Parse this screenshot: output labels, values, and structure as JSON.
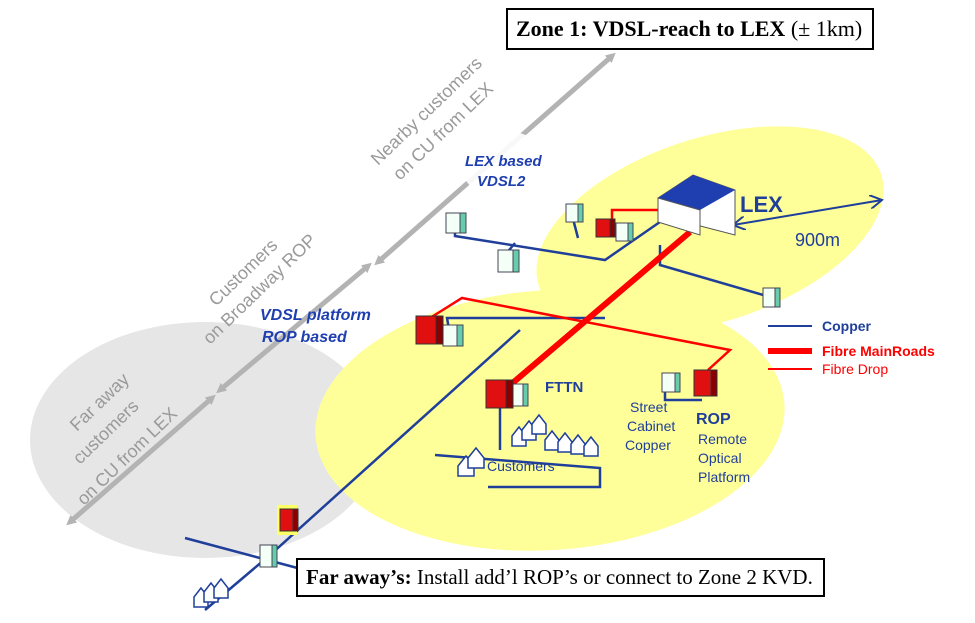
{
  "zone_note": {
    "title_bold": "Zone 1: VDSL-reach to LEX",
    "title_rest": "(± 1km)"
  },
  "far_note": {
    "title_bold": "Far away’s:",
    "title_rest": "Install add’l ROP’s or connect to Zone 2 KVD."
  },
  "diagonal_labels": {
    "nearby": [
      "Nearby customers",
      "on CU from LEX"
    ],
    "broadway": [
      "Customers",
      "on Broadway ROP"
    ],
    "faraway": [
      "Far away",
      "customers",
      "on CU from LEX"
    ]
  },
  "callouts": {
    "lex_vdsl2": [
      "LEX based",
      "VDSL2"
    ],
    "rop_vdsl": [
      "VDSL platform",
      "ROP based"
    ]
  },
  "nodes": {
    "lex": "LEX",
    "distance": "900m",
    "fttn": "FTTN",
    "street_cabinet": [
      "Street",
      "Cabinet",
      "Copper"
    ],
    "rop": "ROP",
    "rop_desc": [
      "Remote",
      "Optical",
      "Platform"
    ],
    "customers": "Customers"
  },
  "legend": [
    {
      "label": "Copper",
      "color": "#1f3f9a",
      "width": 2
    },
    {
      "label": "Fibre MainRoads",
      "color": "#ff0000",
      "width": 6
    },
    {
      "label": "Fibre Drop",
      "color": "#ff0000",
      "width": 2
    }
  ],
  "colors": {
    "copper": "#1f3f9a",
    "fibre": "#ff0000",
    "zone_fill": "#ffff99",
    "far_fill": "#e6e6e6",
    "arrow": "#b3b3b3",
    "callout_text": "#1f3fb0"
  }
}
